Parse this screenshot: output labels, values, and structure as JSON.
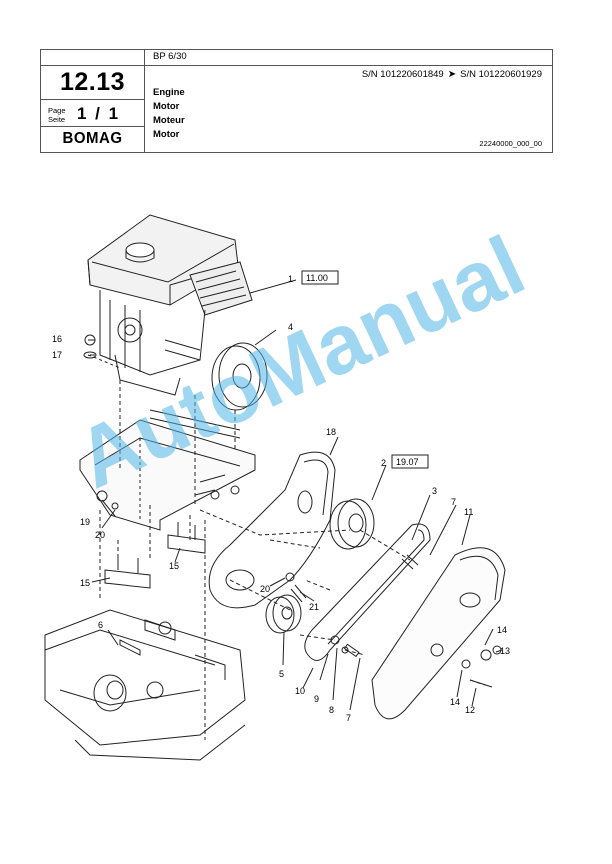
{
  "header": {
    "chapter": "12.13",
    "page_label_1": "Page",
    "page_label_2": "Seite",
    "page_number": "1 / 1",
    "logo": "BOMAG",
    "model": "BP 6/30",
    "serial_from": "S/N 101220601849",
    "serial_arrow": "➤",
    "serial_to": "S/N 101220601929",
    "titles": [
      "Engine",
      "Motor",
      "Moteur",
      "Motor"
    ],
    "document_number": "22240000_000_00"
  },
  "callouts": {
    "p1": "1",
    "p1_ref": "11.00",
    "p2": "2",
    "p2_ref": "19.07",
    "p3": "3",
    "p4": "4",
    "p5": "5",
    "p6": "6",
    "p7a": "7",
    "p7b": "7",
    "p8": "8",
    "p9": "9",
    "p10": "10",
    "p11": "11",
    "p12": "12",
    "p13": "13",
    "p14a": "14",
    "p14b": "14",
    "p15a": "15",
    "p15b": "15",
    "p16": "16",
    "p17": "17",
    "p18": "18",
    "p19": "19",
    "p20a": "20",
    "p20b": "20",
    "p21": "21"
  },
  "watermark": "AutoManual",
  "colors": {
    "line": "#222222",
    "watermark": "#50b4e6"
  }
}
